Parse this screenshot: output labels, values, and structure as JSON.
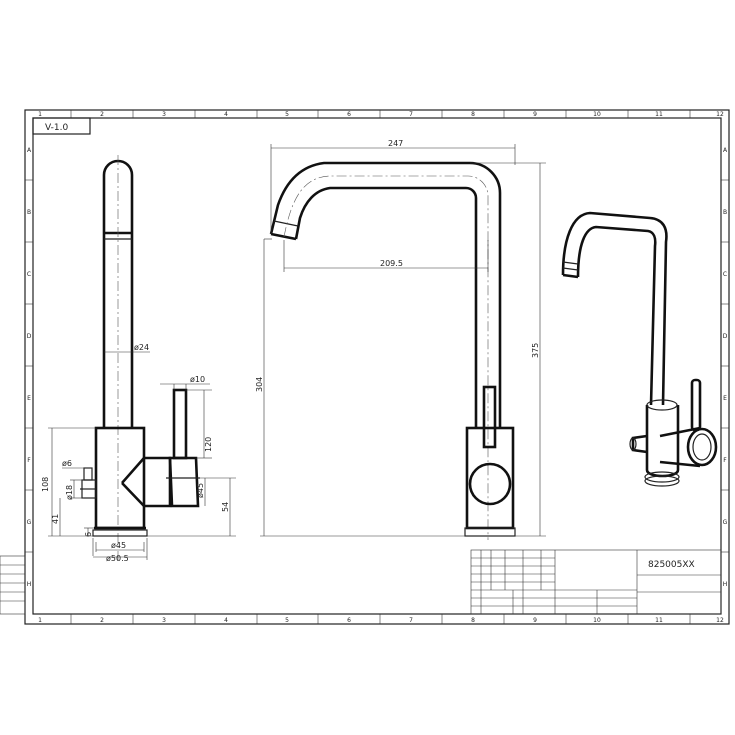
{
  "sheet": {
    "version_label": "V-1.0",
    "part_number": "825005XX",
    "column_labels": [
      "1",
      "2",
      "3",
      "4",
      "5",
      "6",
      "7",
      "8",
      "9",
      "10",
      "11",
      "12"
    ],
    "row_labels": [
      "A",
      "B",
      "C",
      "D",
      "E",
      "F",
      "G",
      "H"
    ]
  },
  "side_view": {
    "dim_spout_dia": "ø24",
    "dim_handle_dia": "ø10",
    "dim_handle_height": "120",
    "dim_aerator_small": "ø6",
    "dim_valve_dia": "ø18",
    "dim_body_height": "108",
    "dim_height_41": "41",
    "dim_base_height": "6",
    "dim_lever_dia": "ø45",
    "dim_lever_offset": "54",
    "dim_base_dia": "ø45",
    "dim_flange_dia": "ø50.5"
  },
  "front_view": {
    "dim_total_reach": "247",
    "dim_spout_reach": "209.5",
    "dim_total_height": "375",
    "dim_outlet_height": "304"
  }
}
